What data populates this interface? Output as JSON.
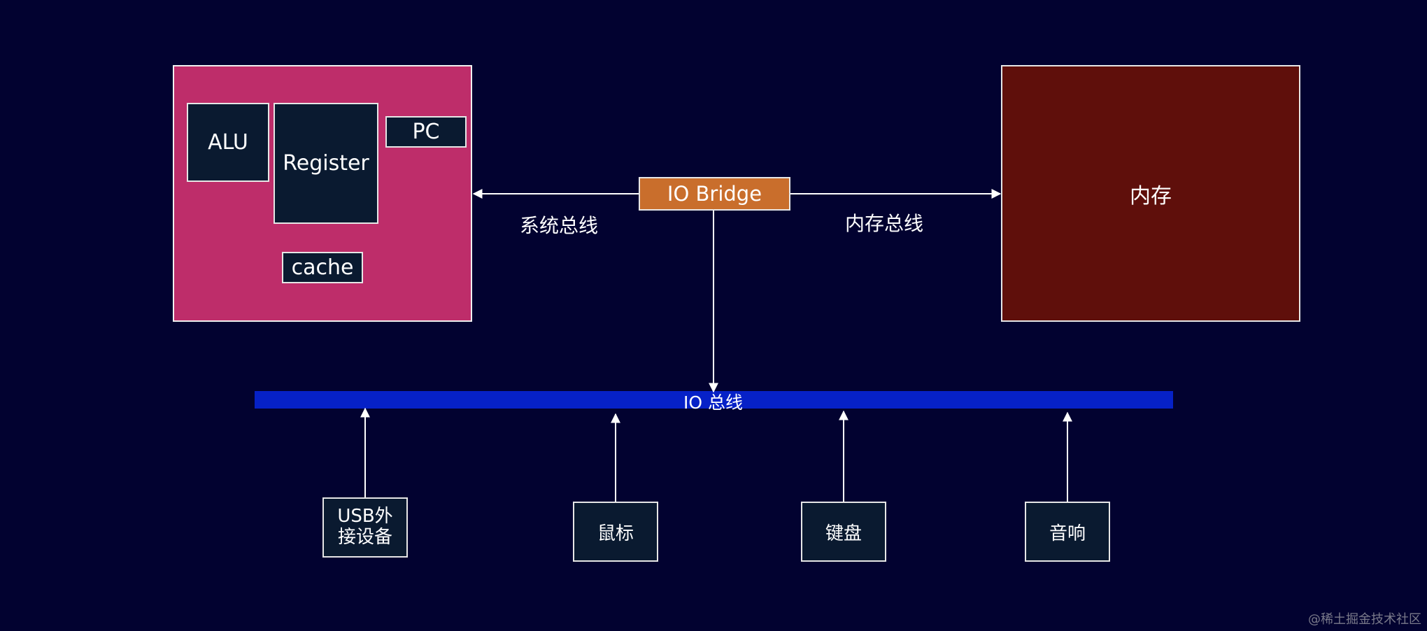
{
  "cpu": {
    "alu": "ALU",
    "register": "Register",
    "pc": "PC",
    "cache": "cache"
  },
  "bridge": "IO Bridge",
  "memory": "内存",
  "labels": {
    "system_bus": "系统总线",
    "memory_bus": "内存总线",
    "io_bus": "IO 总线"
  },
  "devices": {
    "usb": "USB外\n接设备",
    "mouse": "鼠标",
    "keyboard": "键盘",
    "speaker": "音响"
  },
  "watermark": "@稀土掘金技术社区",
  "colors": {
    "background": "#020230",
    "cpu": "#be2d6a",
    "bridge": "#c96e2c",
    "memory": "#5f0f0b",
    "io_bus": "#0621c7",
    "box": "#0a1a30"
  }
}
